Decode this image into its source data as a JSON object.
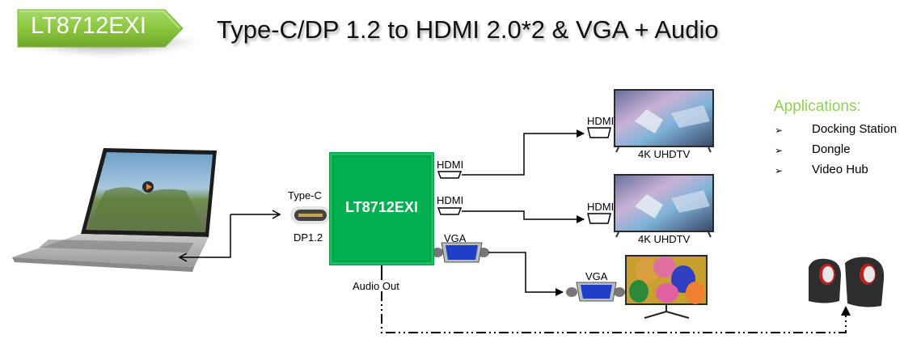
{
  "header": {
    "chip_tag": "LT8712EXI",
    "title": "Type-C/DP 1.2 to HDMI 2.0*2 & VGA + Audio",
    "tag_color": "#8cc63f"
  },
  "chip": {
    "label": "LT8712EXI",
    "color": "#00b050"
  },
  "inputs": {
    "port_top_label": "Type-C",
    "port_bottom_label": "DP1.2"
  },
  "outputs": {
    "hdmi1_label": "HDMI",
    "hdmi2_label": "HDMI",
    "vga_label": "VGA",
    "audio_label": "Audio Out"
  },
  "displays": {
    "tv1_in_label": "HDMI",
    "tv1_caption": "4K UHDTV",
    "tv2_in_label": "HDMI",
    "tv2_caption": "4K UHDTV",
    "monitor_in_label": "VGA"
  },
  "applications": {
    "title": "Applications:",
    "bullet_glyph": "➢",
    "items": [
      "Docking Station",
      "Dongle",
      "Video Hub"
    ]
  }
}
